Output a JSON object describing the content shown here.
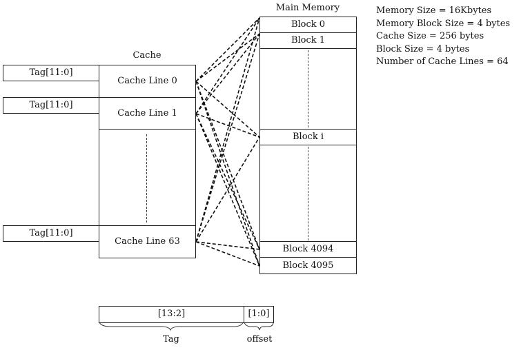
{
  "cache": {
    "title": "Cache",
    "lines": [
      {
        "tag": "Tag[11:0]",
        "label": "Cache Line 0"
      },
      {
        "tag": "Tag[11:0]",
        "label": "Cache Line 1"
      },
      {
        "tag": "Tag[11:0]",
        "label": "Cache Line 63"
      }
    ]
  },
  "memory": {
    "title": "Main Memory",
    "blocks": [
      "Block 0",
      "Block 1",
      "Block i",
      "Block 4094",
      "Block 4095"
    ]
  },
  "info": [
    "Memory Size = 16Kbytes",
    "Memory Block Size = 4 bytes",
    "Cache Size = 256 bytes",
    "Block Size = 4 bytes",
    "Number of Cache Lines = 64"
  ],
  "address": {
    "tag_bits": "[13:2]",
    "offset_bits": "[1:0]",
    "tag_label": "Tag",
    "offset_label": "offset"
  },
  "colors": {
    "stroke": "#222222",
    "link": "#111111"
  }
}
